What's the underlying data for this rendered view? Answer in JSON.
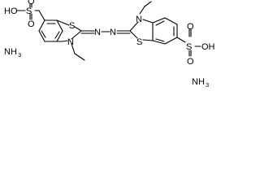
{
  "molecule": {
    "atoms": {
      "S_top_left": "S",
      "O_top_left": "O",
      "HO": "HO",
      "O_left": "O",
      "S_ring_left": "S",
      "N_ring_left": "N",
      "N_azo_1": "N",
      "N_azo_2": "N",
      "N_ring_right": "N",
      "S_ring_right": "S",
      "S_right": "S",
      "O_right_top": "O",
      "O_right_bottom": "O",
      "OH": "OH"
    },
    "counterions": [
      {
        "formula": "NH",
        "subscript": "3"
      },
      {
        "formula": "NH",
        "subscript": "3"
      }
    ]
  },
  "colors": {
    "bond": "#000000",
    "background": "#ffffff"
  }
}
